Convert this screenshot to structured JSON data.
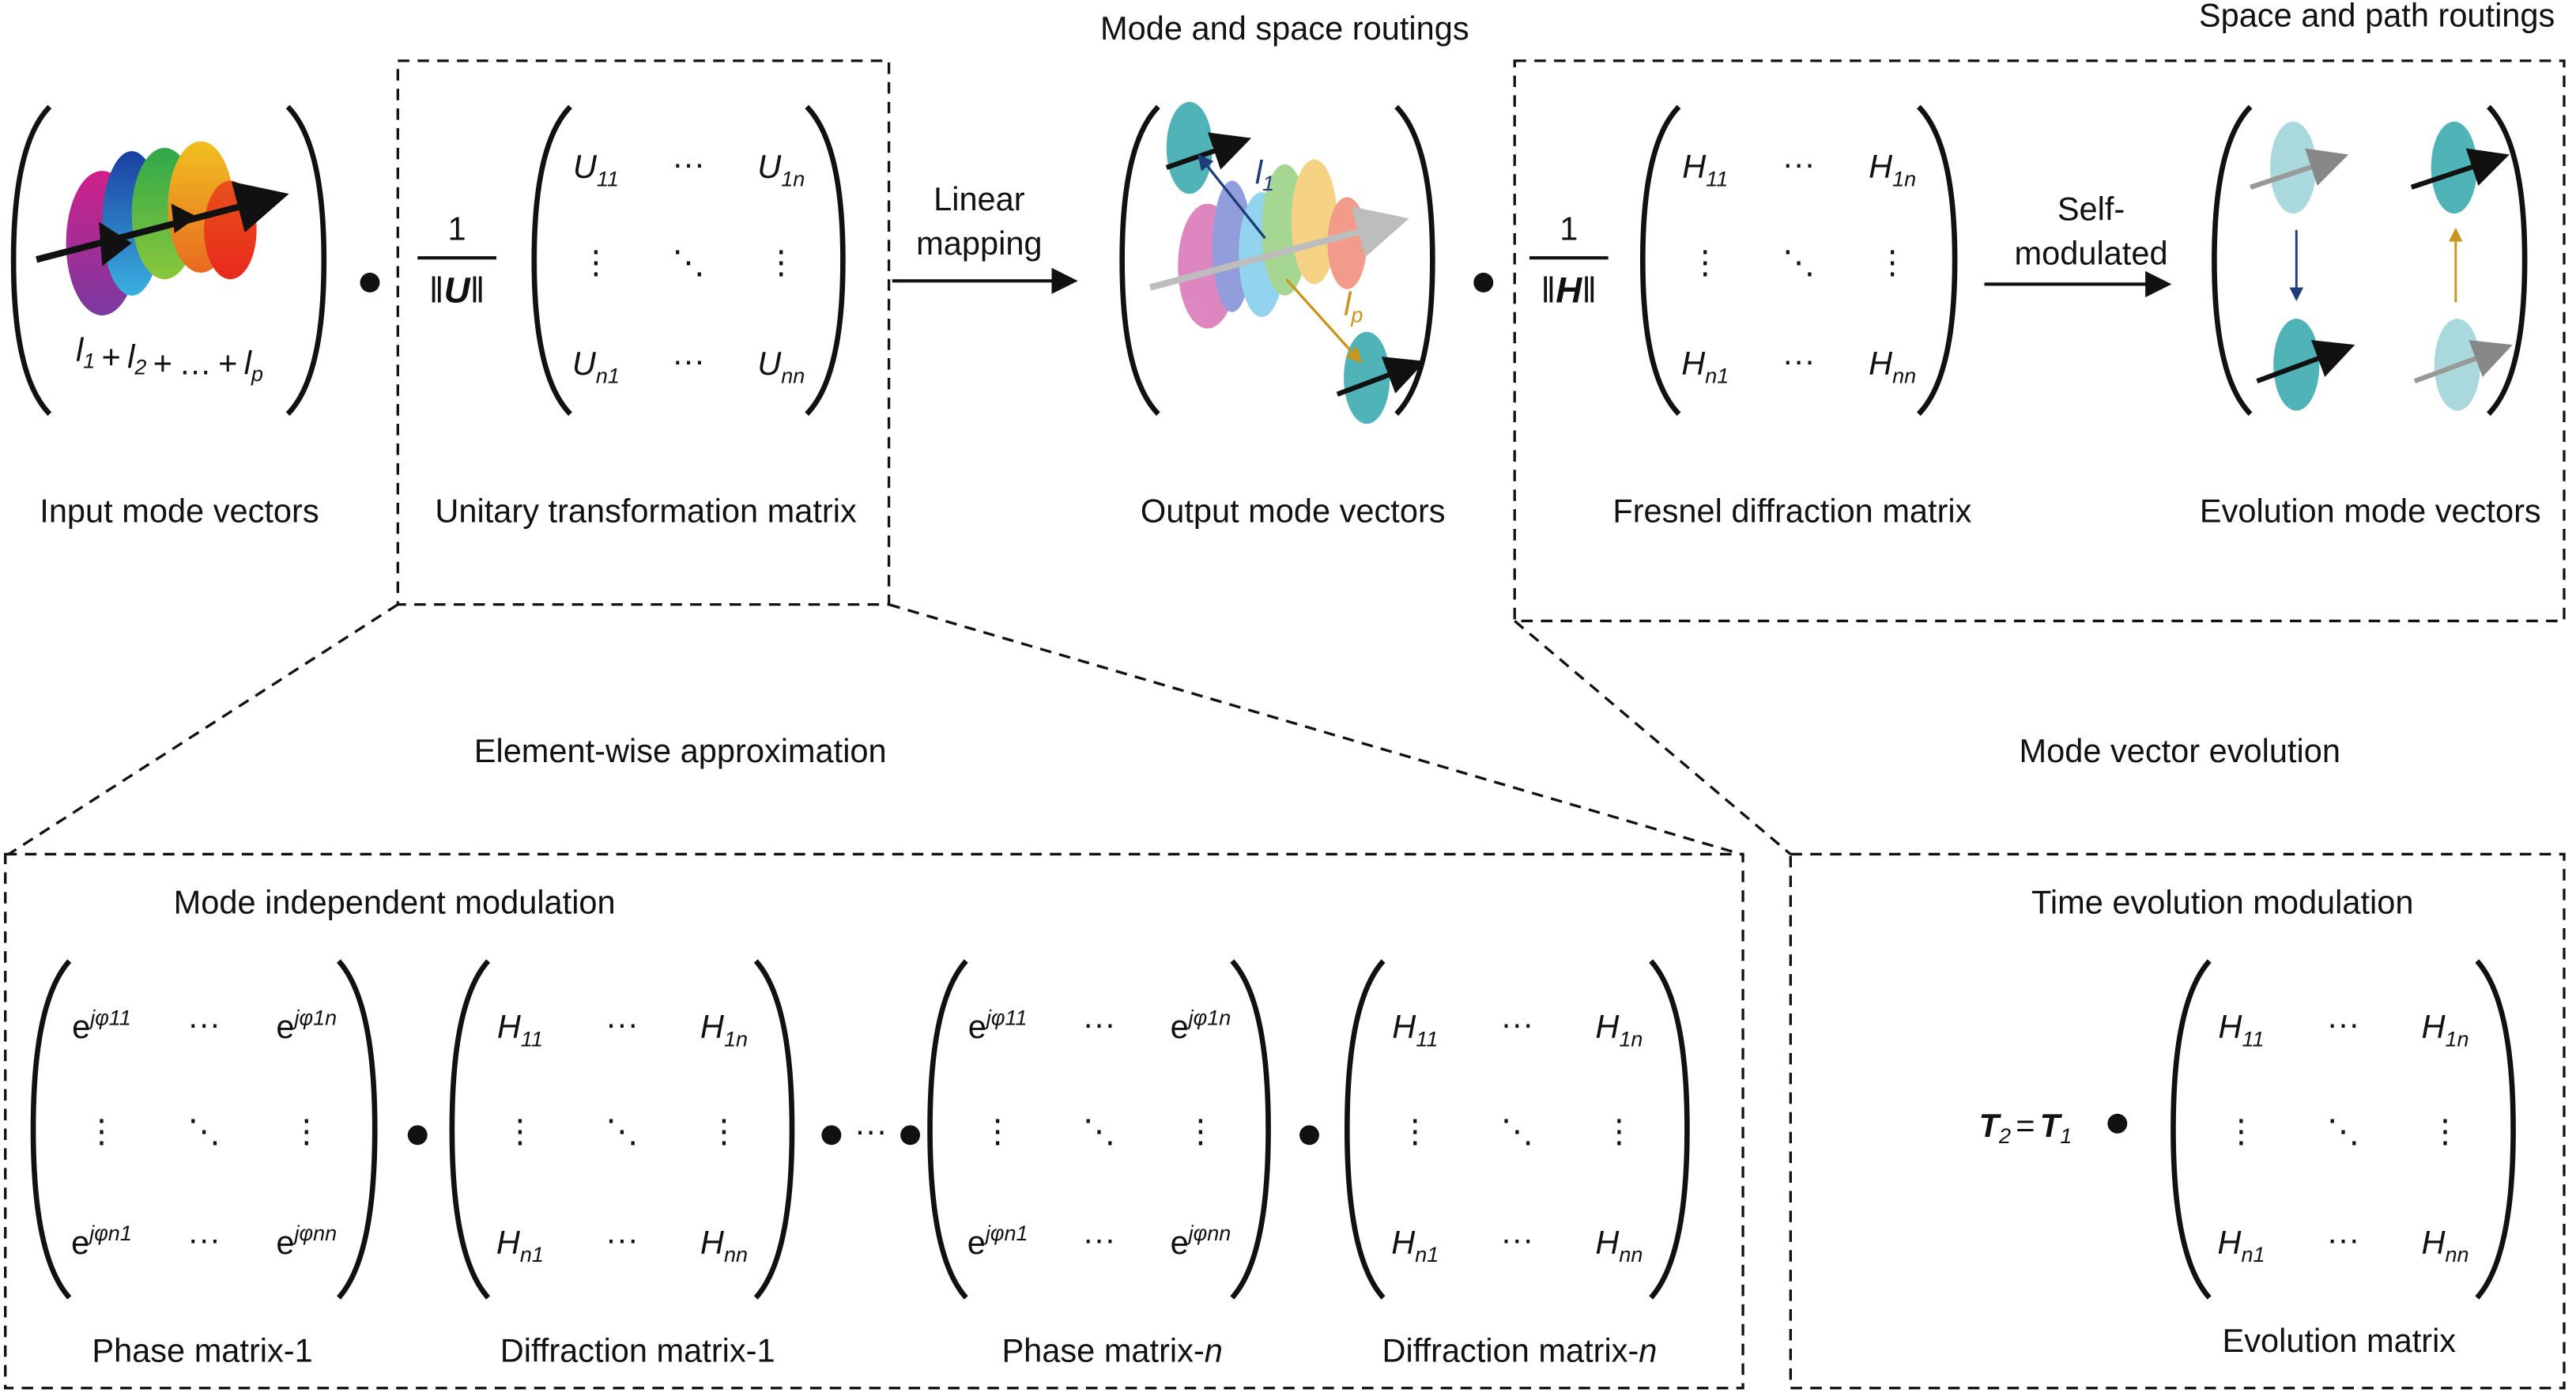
{
  "titles": {
    "mode_space": "Mode and space routings",
    "space_path": "Space and path routings"
  },
  "top": {
    "input_sum": {
      "parts": [
        {
          "b": "l",
          "s": "1"
        },
        {
          "b": "l",
          "s": "2"
        },
        {
          "b": "l",
          "s": "p"
        }
      ],
      "plus": "+",
      "ellipsis": "…"
    },
    "u_fraction": {
      "num": "1",
      "den": "U",
      "bars": "‖"
    },
    "h_fraction": {
      "num": "1",
      "den": "H",
      "bars": "‖"
    },
    "linear_mapping": [
      "Linear",
      "mapping"
    ],
    "self_modulated": [
      "Self-",
      "modulated"
    ],
    "l1": {
      "b": "l",
      "s": "1"
    },
    "lp": {
      "b": "l",
      "s": "p"
    },
    "labels": {
      "input": "Input mode vectors",
      "unitary": "Unitary transformation matrix",
      "output": "Output mode vectors",
      "fresnel": "Fresnel diffraction matrix",
      "evolution": "Evolution mode vectors"
    }
  },
  "middle": {
    "element_wise": "Element-wise approximation",
    "mode_vector_evolution": "Mode vector evolution"
  },
  "bottom": {
    "mode_independent": "Mode independent modulation",
    "time_evolution": "Time evolution modulation",
    "labels": {
      "phase1": "Phase matrix-1",
      "diff1": "Diffraction matrix-1",
      "phasen": "Phase matrix-",
      "diffn": "Diffraction matrix-",
      "n": "n",
      "evolution": "Evolution matrix"
    },
    "t_equation": {
      "t2": "T",
      "t2s": "2",
      "eq": "=",
      "t1": "T",
      "t1s": "1"
    },
    "between_dots": "···"
  },
  "matrices": {
    "U": [
      [
        "U",
        "11"
      ],
      [
        "U",
        "1n"
      ],
      [
        "U",
        "n1"
      ],
      [
        "U",
        "nn"
      ]
    ],
    "H": [
      [
        "H",
        "11"
      ],
      [
        "H",
        "1n"
      ],
      [
        "H",
        "n1"
      ],
      [
        "H",
        "nn"
      ]
    ],
    "P": [
      [
        "e",
        "jφ11"
      ],
      [
        "e",
        "jφ1n"
      ],
      [
        "e",
        "jφn1"
      ],
      [
        "e",
        "jφnn"
      ]
    ],
    "dots": {
      "h": "···",
      "v": "⋮",
      "d": "⋱"
    }
  },
  "colors": {
    "teal": "#4fb3b8",
    "teal_light": "#a9d9dc",
    "l1_arrow": "#1f3d7a",
    "lp_arrow": "#c8961e",
    "rainbow": [
      "#c2258e",
      "#1d4fb0",
      "#2fa84a",
      "#f0a020",
      "#e8341c"
    ]
  }
}
